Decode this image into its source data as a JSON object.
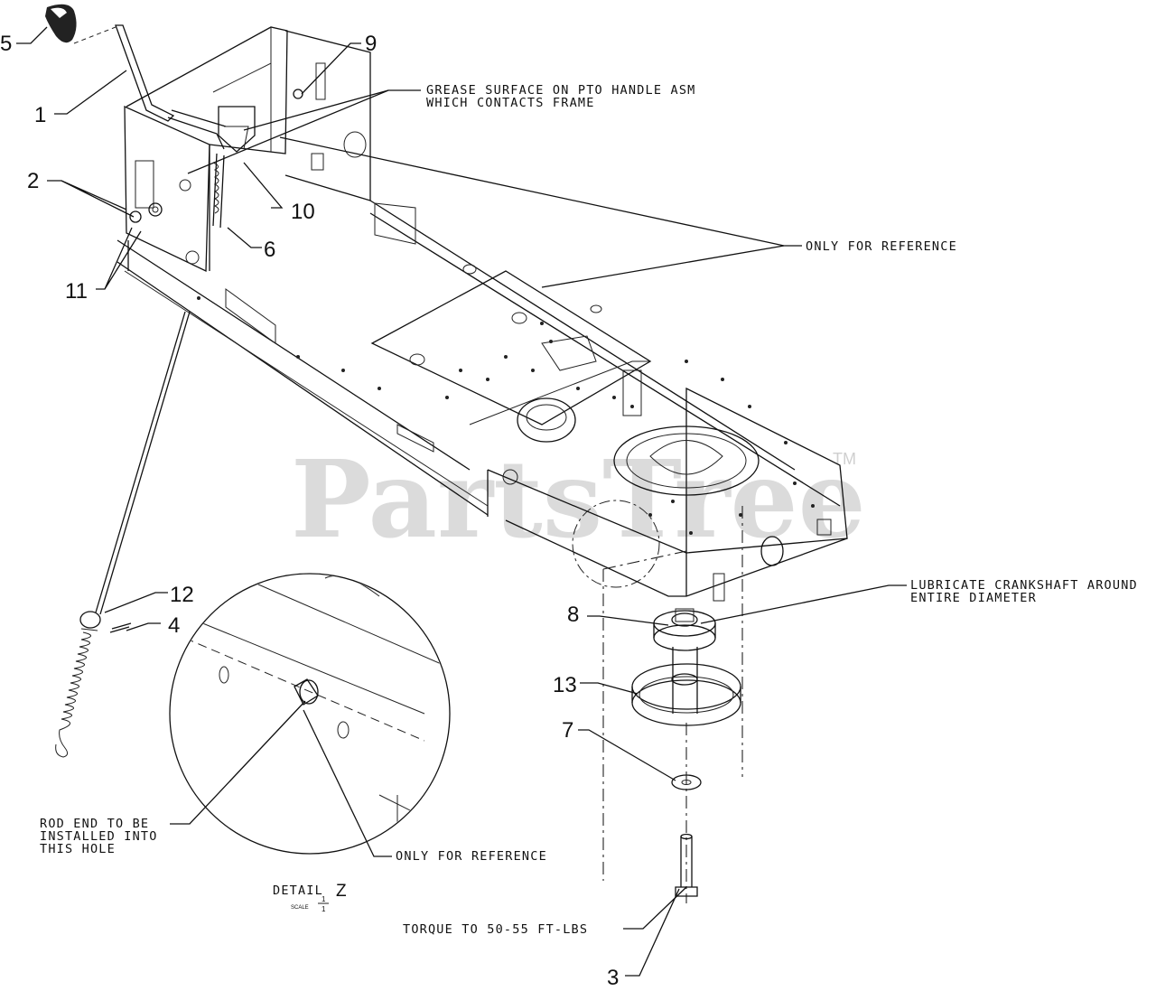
{
  "callouts": [
    {
      "id": "c1",
      "label": "1"
    },
    {
      "id": "c2",
      "label": "2"
    },
    {
      "id": "c3",
      "label": "3"
    },
    {
      "id": "c4",
      "label": "4"
    },
    {
      "id": "c5",
      "label": "5"
    },
    {
      "id": "c6",
      "label": "6"
    },
    {
      "id": "c7",
      "label": "7"
    },
    {
      "id": "c8",
      "label": "8"
    },
    {
      "id": "c9",
      "label": "9"
    },
    {
      "id": "c10",
      "label": "10"
    },
    {
      "id": "c11",
      "label": "11"
    },
    {
      "id": "c12",
      "label": "12"
    },
    {
      "id": "c13",
      "label": "13"
    }
  ],
  "notes": {
    "grease": [
      "GREASE SURFACE ON PTO HANDLE ASM",
      "WHICH CONTACTS FRAME"
    ],
    "reference_main": "ONLY FOR REFERENCE",
    "lubricate": [
      "LUBRICATE CRANKSHAFT AROUND",
      "ENTIRE DIAMETER"
    ],
    "rod_end": [
      "ROD END TO BE",
      "INSTALLED INTO",
      "THIS HOLE"
    ],
    "reference_detail": "ONLY FOR REFERENCE",
    "torque": "TORQUE TO 50-55 FT-LBS"
  },
  "detail": {
    "title": "DETAIL",
    "letter": "Z",
    "scale_label": "SCALE",
    "scale_num": "1",
    "scale_den": "1"
  },
  "watermark": {
    "text": "PartsTree",
    "tm": "TM"
  }
}
